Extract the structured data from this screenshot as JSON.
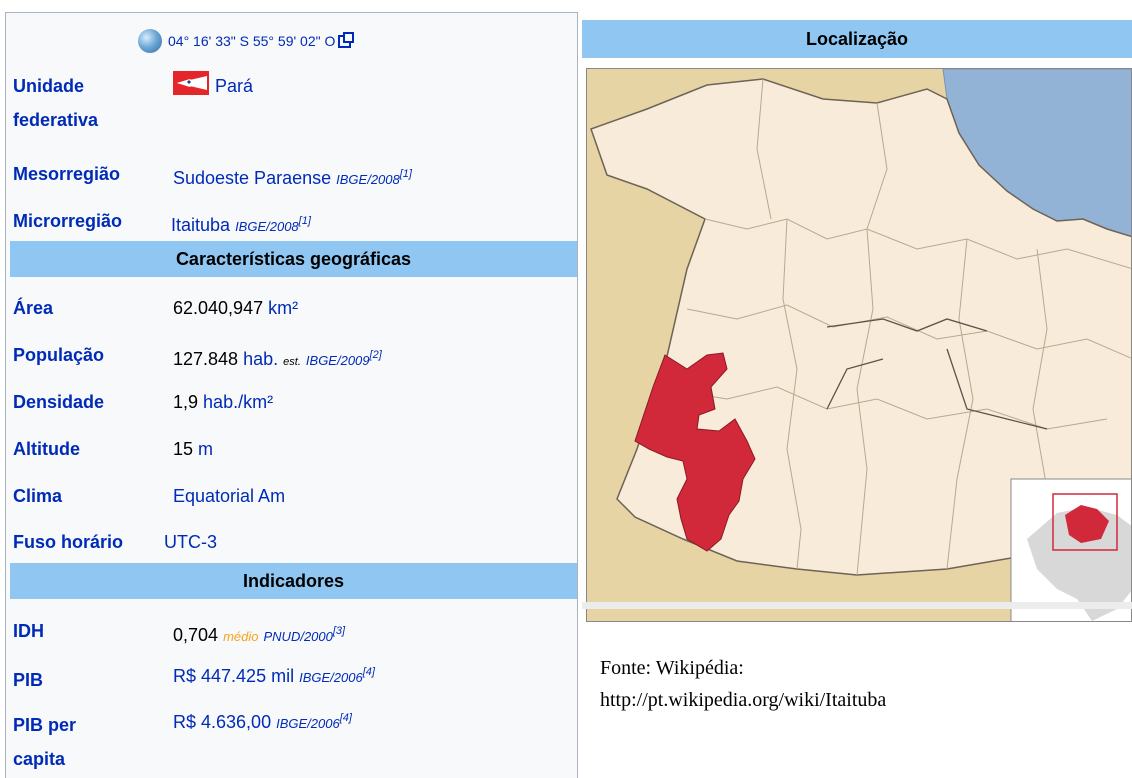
{
  "infobox": {
    "coordinates": "04° 16' 33\" S 55° 59' 02\" O",
    "rows_top": [
      {
        "label": "Unidade federativa",
        "value": "Pará",
        "icon": "para-flag-icon"
      },
      {
        "label": "Mesorregião",
        "value": "Sudoeste Paraense",
        "source": "IBGE/2008",
        "ref": "[1]"
      },
      {
        "label": "Microrregião",
        "value": "Itaituba",
        "source": "IBGE/2008",
        "ref": "[1]"
      }
    ],
    "section_geo": "Características geográficas",
    "area": {
      "label": "Área",
      "value": "62.040,947",
      "unit": "km²"
    },
    "populacao": {
      "label": "População",
      "value": "127.848",
      "unit": "hab.",
      "est": "est.",
      "source": "IBGE/2009",
      "ref": "[2]"
    },
    "densidade": {
      "label": "Densidade",
      "value": "1,9",
      "unit": "hab./km²"
    },
    "altitude": {
      "label": "Altitude",
      "value": "15",
      "unit": "m"
    },
    "clima": {
      "label": "Clima",
      "value": "Equatorial Am"
    },
    "fuso": {
      "label": "Fuso horário",
      "value": "UTC-3"
    },
    "section_ind": "Indicadores",
    "idh": {
      "label": "IDH",
      "value": "0,704",
      "level": "médio",
      "source": "PNUD/2000",
      "ref": "[3]"
    },
    "pib": {
      "label": "PIB",
      "value": "R$ 447.425 mil",
      "source": "IBGE/2006",
      "ref": "[4]"
    },
    "pib_pc": {
      "label": "PIB per capita",
      "value": "R$ 4.636,00",
      "source": "IBGE/2006",
      "ref": "[4]"
    }
  },
  "location": {
    "title": "Localização",
    "highlight_color": "#d1283a",
    "water_color": "#93b3d6"
  },
  "source_note": {
    "line1": "Fonte: Wikipédia:",
    "line2": "http://pt.wikipedia.org/wiki/Itaituba"
  }
}
